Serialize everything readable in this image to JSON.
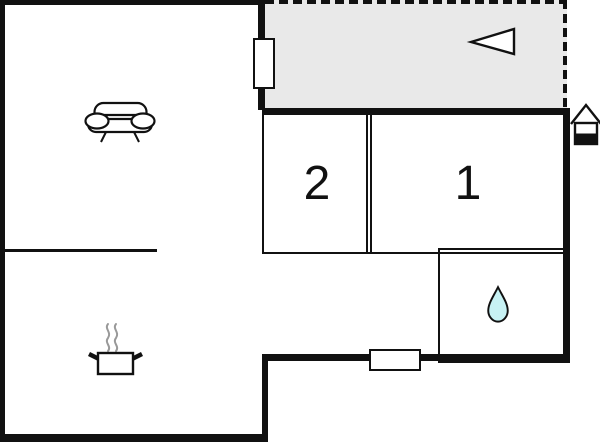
{
  "floorplan": {
    "room_labels": {
      "bedroom1": "1",
      "bedroom2": "2"
    },
    "icons": {
      "sofa": "sofa-icon",
      "cooking_pot": "cooking-pot-icon",
      "steam": "steam-icon",
      "water_drop": "water-drop-icon",
      "entrance": "entrance-house-icon",
      "terrace_arrow": "arrow-left-icon",
      "door": "door-opening-symbol",
      "window": "window-symbol"
    },
    "colors": {
      "wall": "#111111",
      "terrace_fill": "#e9e9e9",
      "water_drop_fill": "#c7f2f4",
      "steam": "#999999",
      "background": "#ffffff"
    }
  }
}
